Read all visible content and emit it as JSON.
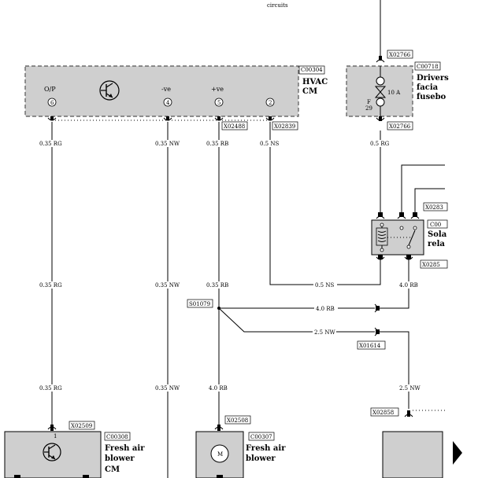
{
  "header_text": "circuits",
  "hvac_module": {
    "code": "C00304",
    "name_line1": "HVAC",
    "name_line2": "CM",
    "pins": [
      {
        "label": "O/P",
        "num": "6"
      },
      {
        "label": "-ve",
        "num": "4"
      },
      {
        "label": "+ve",
        "num": "5"
      },
      {
        "label": "",
        "num": "2"
      }
    ],
    "connectors": [
      "X02488",
      "X02839"
    ]
  },
  "fusebox": {
    "code": "C00718",
    "name_line1": "Drivers",
    "name_line2": "facia",
    "name_line3": "fusebo",
    "top_connector": "X02766",
    "bottom_connector": "X02766",
    "fuse_id_line1": "F",
    "fuse_id_line2": "29",
    "rating": "10 A"
  },
  "relay": {
    "code": "C00",
    "name_line1": "Sola",
    "name_line2": "rela",
    "top_connector": "X0283",
    "bottom_connector": "X0285"
  },
  "wires": {
    "rg_top": "0.35 RG",
    "nw_top": "0.35 NW",
    "rb_top": "0.35 RB",
    "ns_top": "0.5 NS",
    "fuse_out": "0.5 RG",
    "rg_mid": "0.35 RG",
    "nw_mid": "0.35 NW",
    "rb_mid": "0.35 RB",
    "ns_horiz": "0.5 NS",
    "relay_out": "4.0 RB",
    "rb_horiz": "4.0 RB",
    "nw_horiz": "2.5 NW",
    "rg_low": "0.35 RG",
    "nw_low": "0.35 NW",
    "rb_low": "4.0 RB",
    "nw_right_low": "2.5 NW"
  },
  "splice": "S01079",
  "ground_connector": "X01614",
  "fresh_air_cm": {
    "code": "C00308",
    "connector": "X02509",
    "pin": "1",
    "name_line1": "Fresh air",
    "name_line2": "blower",
    "name_line3": "CM"
  },
  "fresh_air_motor": {
    "code": "C00307",
    "connector": "X02508",
    "symbol": "M",
    "name_line1": "Fresh air",
    "name_line2": "blower"
  },
  "right_connector": "X02858",
  "nav_arrow": "next-arrow-icon"
}
